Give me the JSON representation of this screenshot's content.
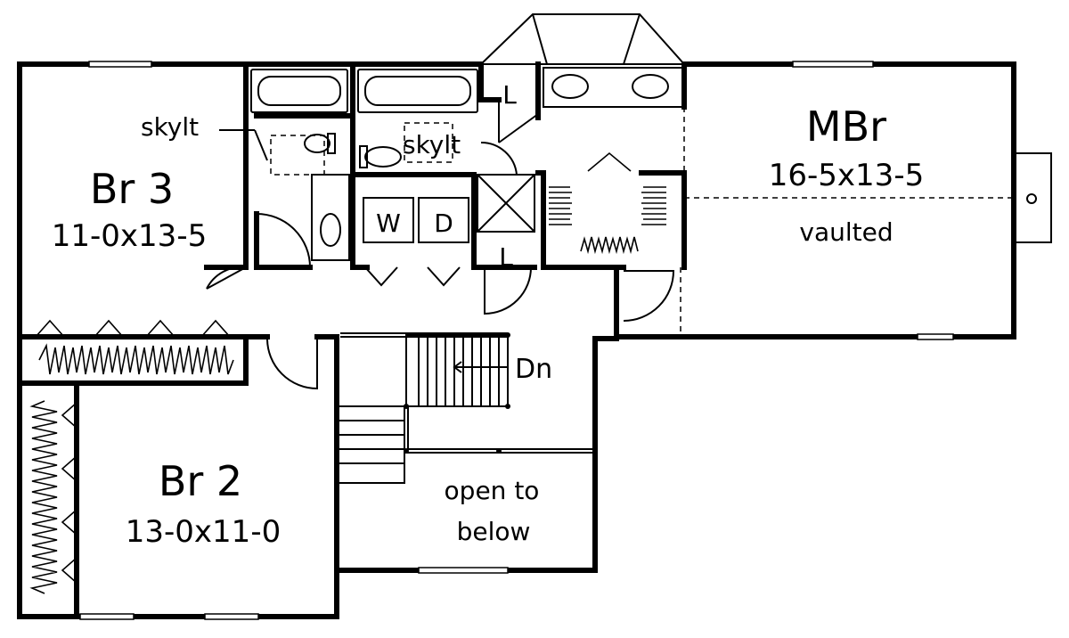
{
  "rooms": {
    "br3": {
      "name": "Br 3",
      "size": "11-0x13-5"
    },
    "br2": {
      "name": "Br 2",
      "size": "13-0x11-0"
    },
    "mbr": {
      "name": "MBr",
      "size": "16-5x13-5",
      "note": "vaulted"
    },
    "laundry": {
      "w": "W",
      "d": "D"
    },
    "linen_top": "L",
    "linen_bottom": "L"
  },
  "labels": {
    "skylight_left": "skylt",
    "skylight_center": "skylt",
    "stairs": "Dn",
    "open_line1": "open to",
    "open_line2": "below"
  }
}
